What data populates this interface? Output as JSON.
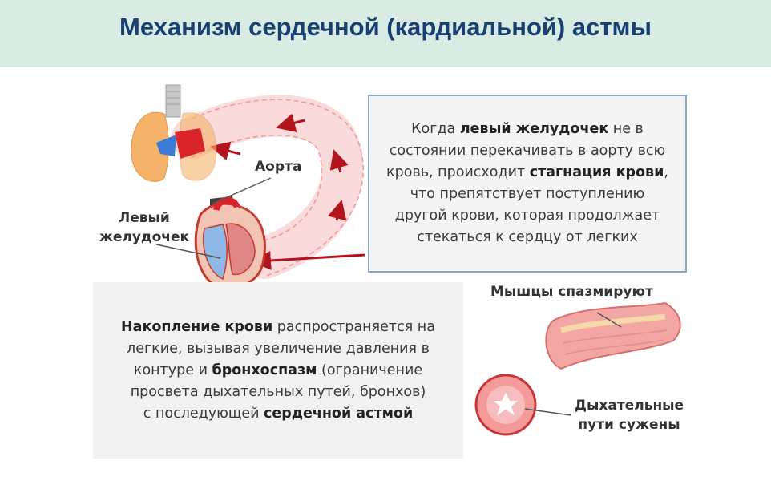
{
  "title": "Механизм сердечной (кардиальной) астмы",
  "right_box": {
    "l1a": "Когда ",
    "l1b": "левый желудочек",
    "l1c": " не в",
    "l2": "состоянии перекачивать в аорту всю",
    "l3a": "кровь, происходит ",
    "l3b": "стагнация крови",
    "l3c": ",",
    "l4": "что препятствует поступлению",
    "l5": "другой крови, которая продолжает",
    "l6": "стекаться к сердцу от легких"
  },
  "left_box": {
    "l1a": "Накопление крови",
    "l1b": " распространяется на",
    "l2": "легкие, вызывая увеличение давления в",
    "l3a": "контуре и ",
    "l3b": "бронхоспазм",
    "l3c": " (ограничение",
    "l4": "просвета дыхательных путей, бронхов)",
    "l5a": "с последующей ",
    "l5b": "сердечной астмой"
  },
  "labels": {
    "aorta": "Аорта",
    "ventricle_1": "Левый",
    "ventricle_2": "желудочек",
    "muscles": "Мышцы спазмируют",
    "airways_1": "Дыхательные",
    "airways_2": "пути сужены"
  },
  "colors": {
    "header_bg": "#d8ece4",
    "title": "#1a3f73",
    "box_border": "#8aa8c4",
    "lung": "#f5b36a",
    "blood_red": "#d8242a",
    "vein_blue": "#3a7bd5",
    "flow_pink": "#f9d6d6"
  }
}
